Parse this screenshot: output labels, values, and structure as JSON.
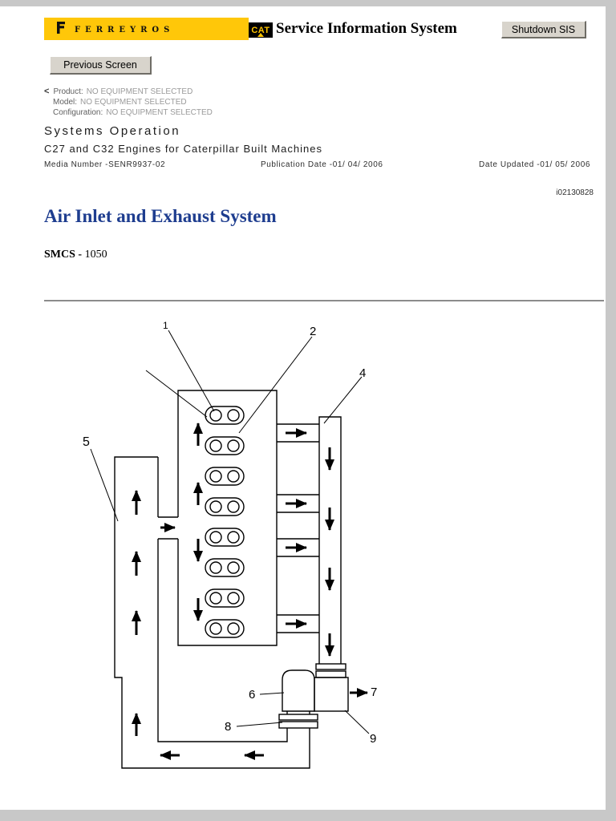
{
  "header": {
    "brand_logo_text": "ferreyros",
    "cat_logo_text": "CAT",
    "app_title": "Service Information System",
    "shutdown_button": "Shutdown SIS"
  },
  "toolbar": {
    "previous_screen_button": "Previous Screen"
  },
  "equipment": {
    "back_chevron": "<",
    "rows": [
      {
        "label": "Product:",
        "value": "NO EQUIPMENT SELECTED"
      },
      {
        "label": "Model:",
        "value": "NO EQUIPMENT SELECTED"
      },
      {
        "label": "Configuration:",
        "value": "NO EQUIPMENT SELECTED"
      }
    ]
  },
  "document": {
    "section_title": "Systems Operation",
    "document_title": "C27 and C32 Engines for Caterpillar Built Machines",
    "media_number": "Media Number -SENR9937-02",
    "publication_date": "Publication Date -01/ 04/ 2006",
    "date_updated": "Date Updated -01/ 05/ 2006",
    "info_id": "i02130828",
    "article_title": "Air Inlet and Exhaust System",
    "smcs_label": "SMCS -",
    "smcs_code": "1050"
  },
  "diagram": {
    "description": "Air inlet and exhaust system flow schematic with numbered callouts",
    "callouts": {
      "c1": "1",
      "c2": "2",
      "c4": "4",
      "c5": "5",
      "c6": "6",
      "c7": "7",
      "c8": "8",
      "c9": "9"
    }
  }
}
